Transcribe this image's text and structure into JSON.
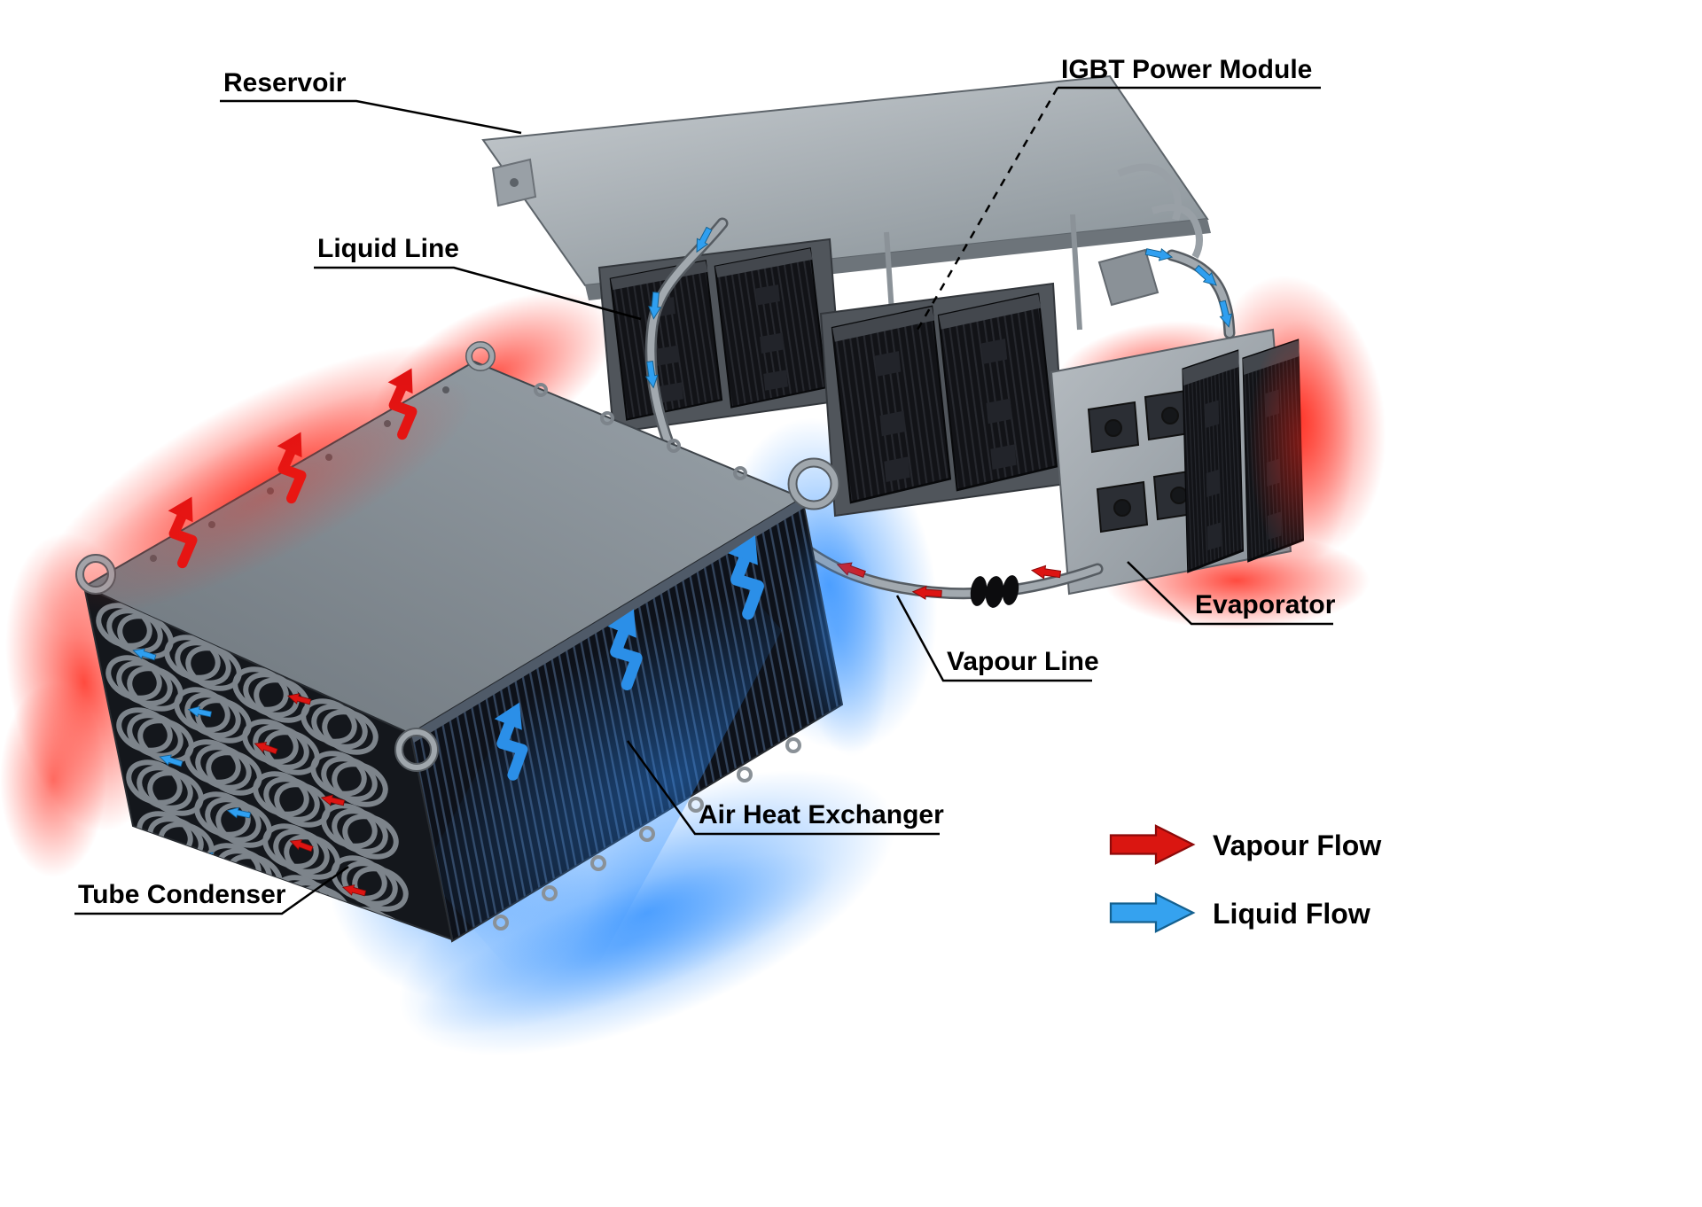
{
  "diagram": {
    "labels": {
      "reservoir": "Reservoir",
      "igbt_power_module": "IGBT Power Module",
      "liquid_line": "Liquid Line",
      "evaporator": "Evaporator",
      "vapour_line": "Vapour Line",
      "air_heat_exchanger": "Air Heat Exchanger",
      "tube_condenser": "Tube Condenser"
    },
    "legend": {
      "vapour_flow": {
        "label": "Vapour Flow",
        "color": "#da1611"
      },
      "liquid_flow": {
        "label": "Liquid Flow",
        "color": "#35a2ef"
      }
    },
    "colors": {
      "metal_light": "#c8cdd1",
      "metal_dark": "#6d757c",
      "module_black": "#121317",
      "glow_hot": "#ff2012",
      "glow_cold": "#2f8fff"
    }
  }
}
